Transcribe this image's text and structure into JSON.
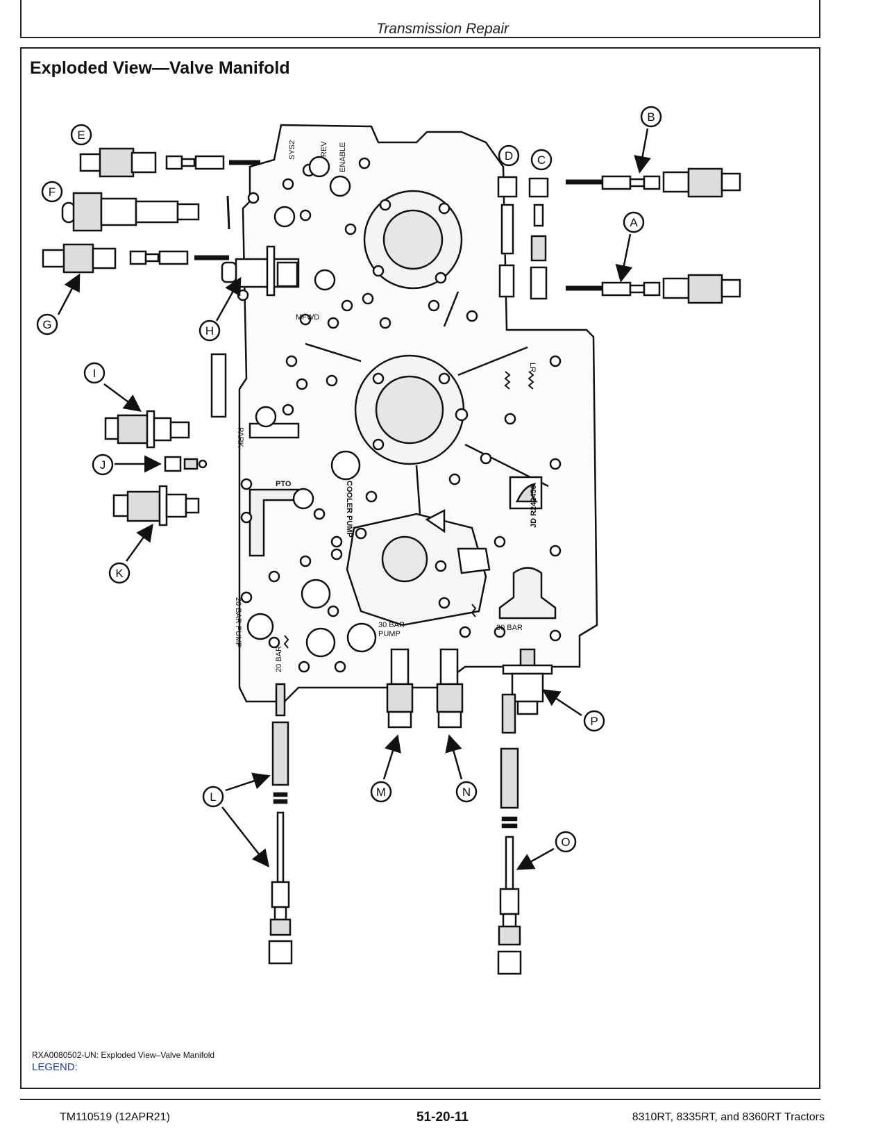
{
  "header": {
    "title": "Transmission Repair"
  },
  "section": {
    "title": "Exploded View—Valve Manifold"
  },
  "callouts": {
    "A": "A",
    "B": "B",
    "C": "C",
    "D": "D",
    "E": "E",
    "F": "F",
    "G": "G",
    "H": "H",
    "I": "I",
    "J": "J",
    "K": "K",
    "L": "L",
    "M": "M",
    "N": "N",
    "O": "O",
    "P": "P"
  },
  "manifold_labels": {
    "sys2": "SYS2",
    "rev": "REV",
    "enable": "ENABLE",
    "mfwd": "MFWD",
    "lr": "LR",
    "park": "PARK",
    "pto": "PTO",
    "cooler_pump": "COOLER PUMP",
    "part_number": "JD R242450",
    "pump_20bar": "20 BAR PUMP",
    "bar20": "20 BAR",
    "pump_30bar_line1": "30 BAR",
    "pump_30bar_line2": "PUMP",
    "bar30": "30 BAR"
  },
  "figure": {
    "caption": "RXA0080502-UN: Exploded View–Valve Manifold",
    "legend_label": "LEGEND:"
  },
  "footer": {
    "doc_id": "TM110519 (12APR21)",
    "page_number": "51-20-11",
    "models": "8310RT, 8335RT, and 8360RT Tractors"
  }
}
